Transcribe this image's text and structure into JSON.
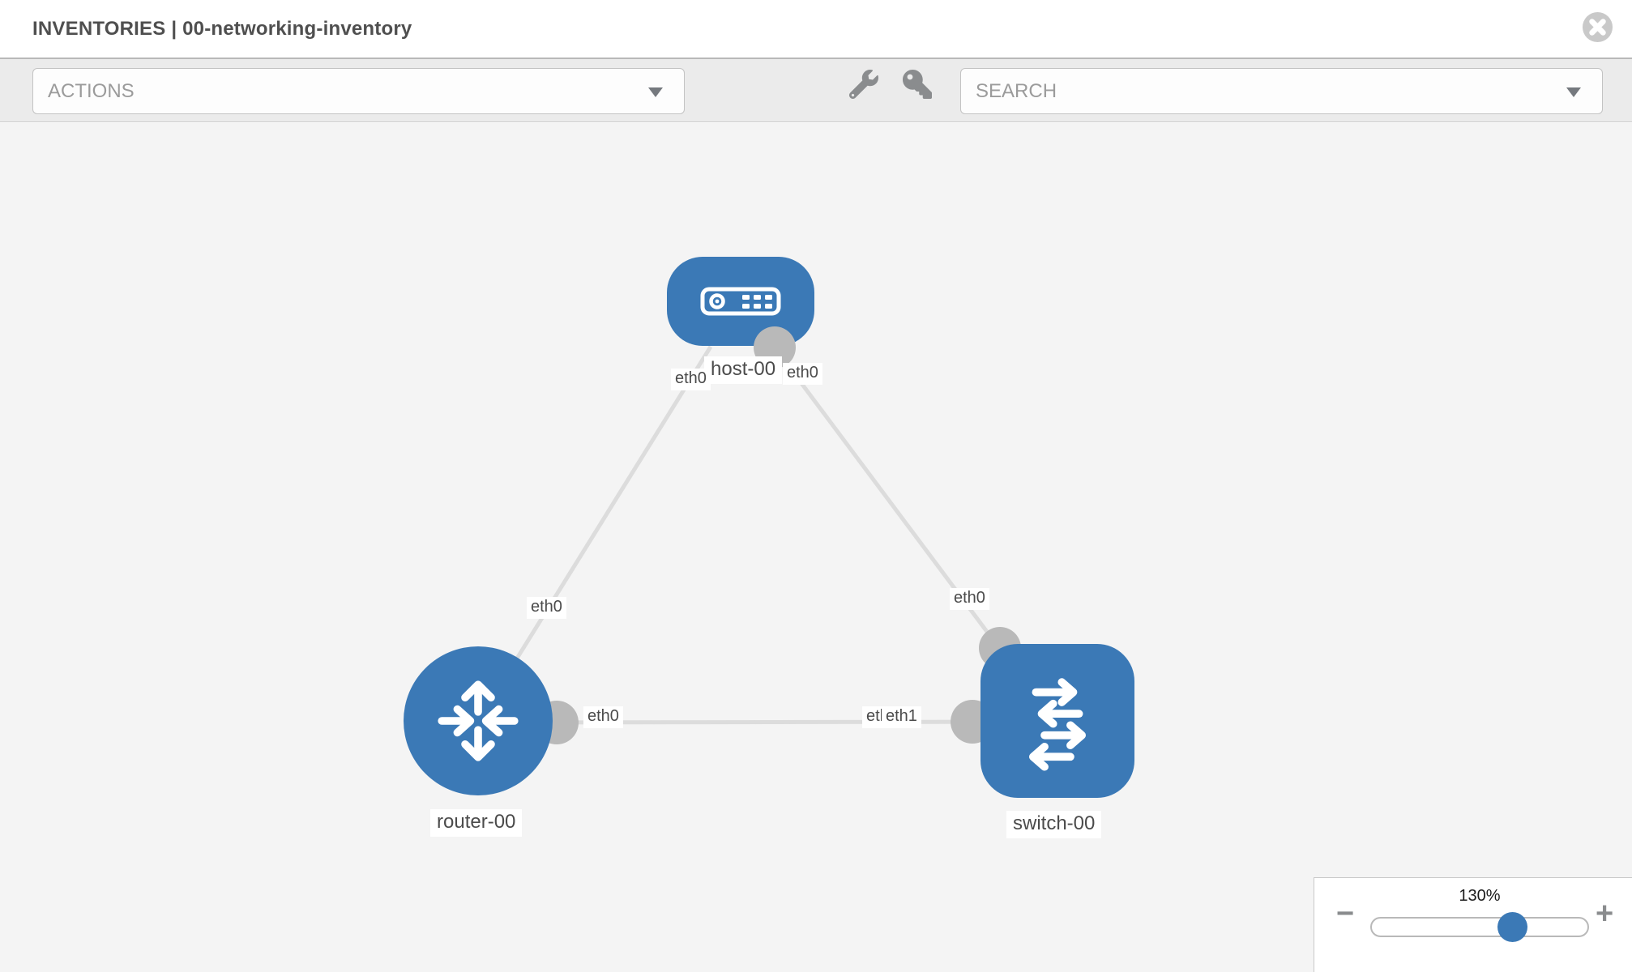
{
  "header": {
    "title": "INVENTORIES | 00-networking-inventory"
  },
  "toolbar": {
    "actions_label": "ACTIONS",
    "search_label": "SEARCH"
  },
  "canvas": {
    "nodes": [
      {
        "id": "host-00",
        "type": "host",
        "label": "host-00"
      },
      {
        "id": "router-00",
        "type": "router",
        "label": "router-00"
      },
      {
        "id": "switch-00",
        "type": "switch",
        "label": "switch-00"
      }
    ],
    "links": [
      {
        "source": "router-00",
        "source_interface": "eth0",
        "target": "host-00",
        "target_interface": "eth0"
      },
      {
        "source": "host-00",
        "source_interface": "eth0",
        "target": "switch-00",
        "target_interface": "eth0"
      },
      {
        "source": "router-00",
        "source_interface": "eth0",
        "target": "switch-00",
        "target_interface": "eth1"
      }
    ]
  },
  "eth_labels": {
    "host_left": "eth0",
    "host_right": "eth0",
    "router_host_mid": "eth0",
    "host_switch_mid": "eth0",
    "router_right": "eth0",
    "switch_left_hidden": "eth0",
    "switch_left_top": "eth1"
  },
  "zoom_control": {
    "level": "130%",
    "minus_label": "−",
    "plus_label": "+"
  },
  "icons": {
    "close": "close-circle-icon",
    "wrench": "wrench-icon",
    "key": "key-icon",
    "caret": "caret-down-icon"
  },
  "colors": {
    "node_blue": "#3b79b6",
    "link_gray": "#dcdcdc",
    "connector_gray": "#b9b9b9",
    "label_text": "#4b4b4b",
    "toolbar_bg": "#ebebeb",
    "canvas_bg": "#f4f4f4"
  }
}
